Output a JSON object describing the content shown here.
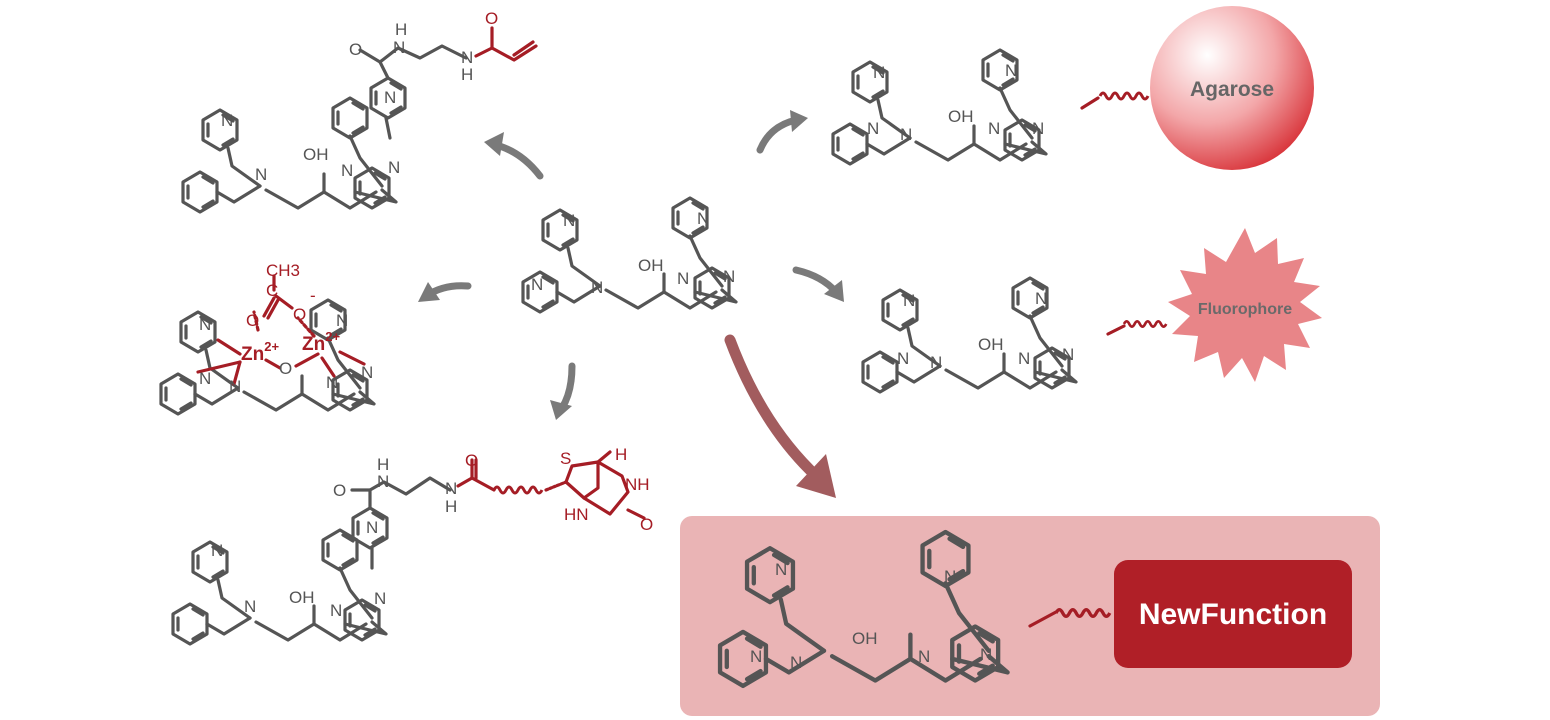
{
  "atoms": {
    "N": "N",
    "OH": "OH",
    "O": "O",
    "H": "H",
    "S": "S",
    "NH": "NH",
    "HN": "HN",
    "CH3": "CH3",
    "C": "C",
    "charge": "-",
    "Zn": "Zn",
    "Zn_charge": "2+"
  },
  "labels": {
    "agarose": "Agarose",
    "fluorophore": "Fluorophore",
    "new_function": "NewFunction"
  },
  "colors": {
    "structure": "#555555",
    "accent": "#a51d25",
    "highlight_panel": "#eab4b5",
    "arrow": "#7a7a7a",
    "big_arrow": "#a25c5e"
  }
}
